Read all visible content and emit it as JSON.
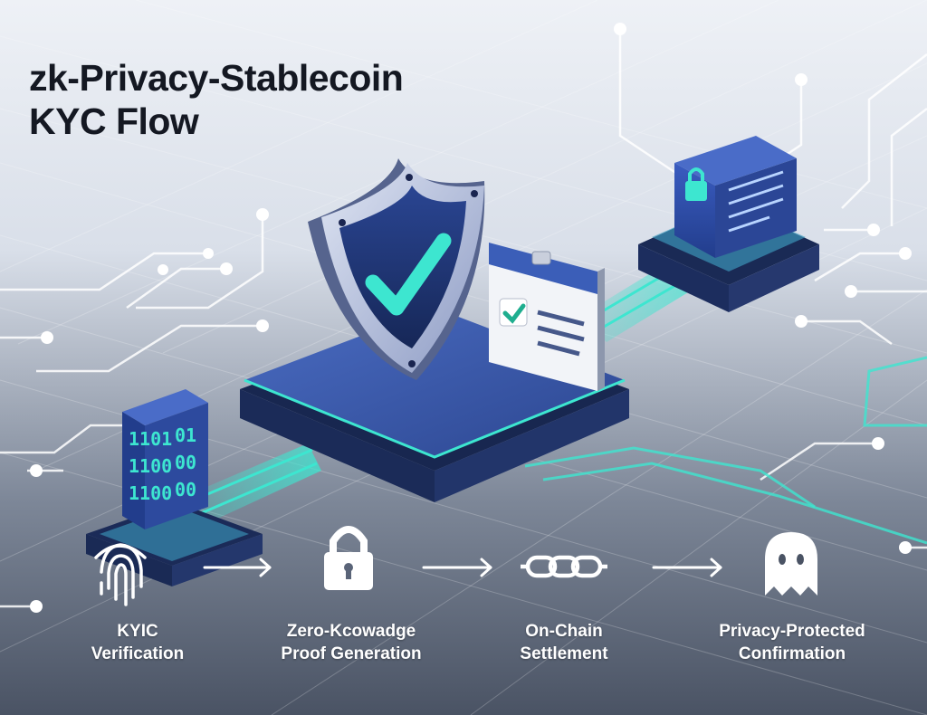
{
  "title": {
    "line1": "zk-Privacy-Stablecoin",
    "line2": "KYC Flow"
  },
  "module_binary": {
    "rows": [
      "1101",
      "1100",
      "1100"
    ],
    "sub_rows": [
      "01",
      "00",
      "00"
    ]
  },
  "steps": [
    {
      "line1": "KYIC",
      "line2": "Verification",
      "icon": "fingerprint-icon"
    },
    {
      "line1": "Zero-Kcowadge",
      "line2": "Proof Generation",
      "icon": "padlock-icon"
    },
    {
      "line1": "On-Chain",
      "line2": "Settlement",
      "icon": "chain-icon"
    },
    {
      "line1": "Privacy-Protected",
      "line2": "Confirmation",
      "icon": "ghost-icon"
    }
  ],
  "colors": {
    "accent": "#3de6d0",
    "platform_top": "#3c5fb0",
    "platform_side": "#1f3160",
    "shield_outer": "#a9b6d8",
    "shield_inner": "#1f3478"
  }
}
